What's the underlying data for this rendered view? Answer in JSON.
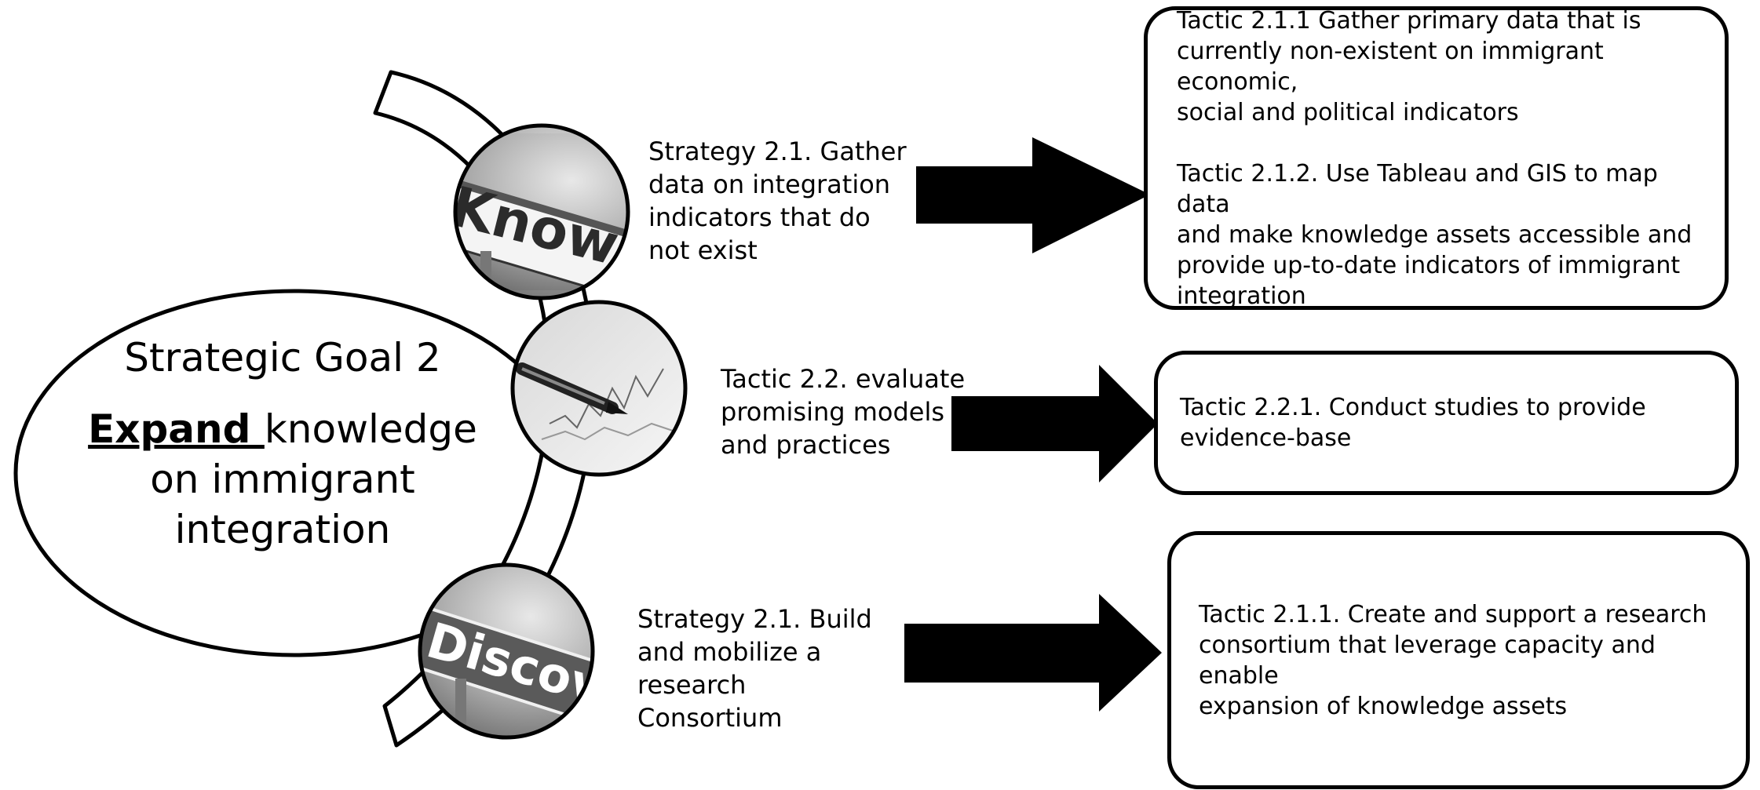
{
  "goal": {
    "title": "Strategic Goal 2",
    "keyword": "Expand ",
    "rest_line1": "knowledge",
    "rest_line2": "on immigrant",
    "rest_line3": "integration"
  },
  "images": {
    "top": {
      "sign_text": "Knowled",
      "icon": "knowledge-sign-photo"
    },
    "middle": {
      "icon": "pen-on-chart-photo"
    },
    "bottom": {
      "sign_text": "Discover",
      "icon": "discovery-sign-photo"
    }
  },
  "strategies": [
    {
      "lines": [
        "Strategy 2.1. Gather",
        "data on integration",
        "indicators that do",
        "not exist"
      ]
    },
    {
      "lines": [
        "Tactic 2.2. evaluate",
        "promising models",
        "and practices"
      ]
    },
    {
      "lines": [
        "Strategy 2.1. Build",
        "and mobilize a",
        "research",
        "Consortium"
      ]
    }
  ],
  "tactics": [
    {
      "paragraphs": [
        {
          "lines": [
            "Tactic 2.1.1 Gather primary data that is",
            "currently non-existent on immigrant economic,",
            "social and political indicators"
          ]
        },
        {
          "lines": [
            "Tactic 2.1.2. Use Tableau and GIS to map data",
            "and make knowledge assets accessible and",
            "provide up-to-date indicators of immigrant",
            "integration"
          ]
        }
      ]
    },
    {
      "paragraphs": [
        {
          "lines": [
            "Tactic 2.2.1. Conduct studies to provide",
            "evidence-base"
          ]
        }
      ]
    },
    {
      "paragraphs": [
        {
          "lines": [
            "Tactic 2.1.1. Create and support a research",
            "consortium that leverage capacity and enable",
            "expansion of knowledge assets"
          ]
        }
      ]
    }
  ],
  "colors": {
    "stroke": "#000000",
    "fill": "#ffffff",
    "arrow": "#000000"
  }
}
